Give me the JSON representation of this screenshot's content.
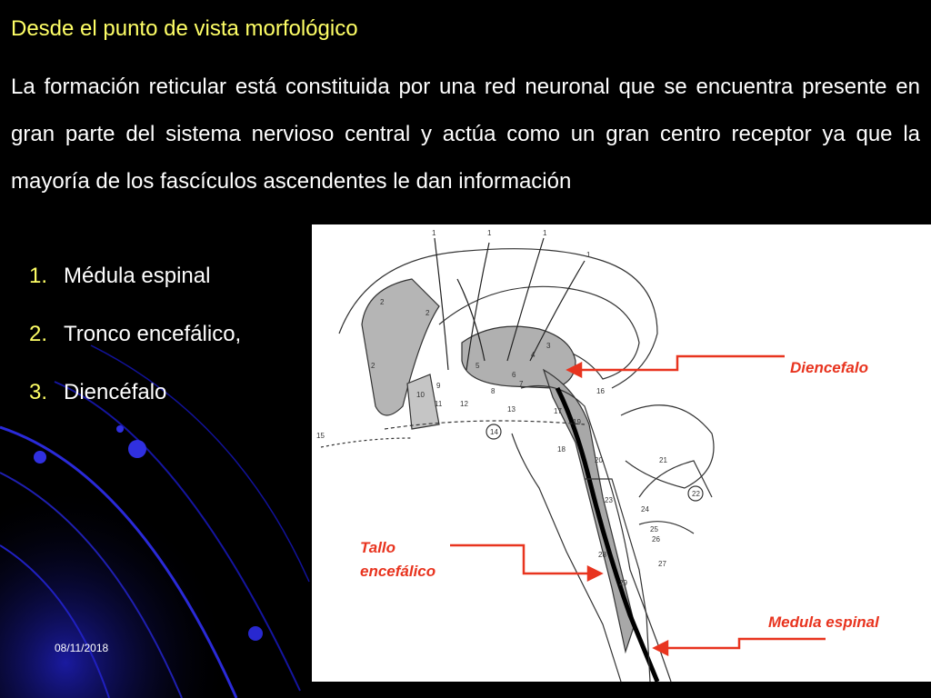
{
  "slide": {
    "title": "Desde el punto de vista morfológico",
    "paragraph": "La formación reticular está constituida por una red neuronal que se encuentra presente en gran parte del sistema nervioso central y actúa como un gran centro receptor ya que la mayoría de los fascículos ascendentes le dan información",
    "list": [
      {
        "number": "1.",
        "text": "Médula espinal"
      },
      {
        "number": "2.",
        "text": "Tronco encefálico,"
      },
      {
        "number": "3.",
        "text": "Diencéfalo"
      }
    ],
    "footer_date": "08/11/2018"
  },
  "figure": {
    "labels": {
      "diencefalo": "Diencefalo",
      "tallo_line1": "Tallo",
      "tallo_line2": "encefálico",
      "medula": "Medula espinal"
    },
    "numbers": [
      "1",
      "1",
      "1",
      "1",
      "2",
      "2",
      "2",
      "3",
      "4",
      "5",
      "6",
      "7",
      "8",
      "9",
      "10",
      "11",
      "12",
      "13",
      "14",
      "15",
      "16",
      "17",
      "18",
      "19",
      "20",
      "21",
      "22",
      "23",
      "24",
      "25",
      "26",
      "27",
      "28",
      "29"
    ]
  },
  "colors": {
    "title": "#ffff66",
    "body_text": "#ffffff",
    "annotation": "#e8341f",
    "background": "#000000"
  }
}
